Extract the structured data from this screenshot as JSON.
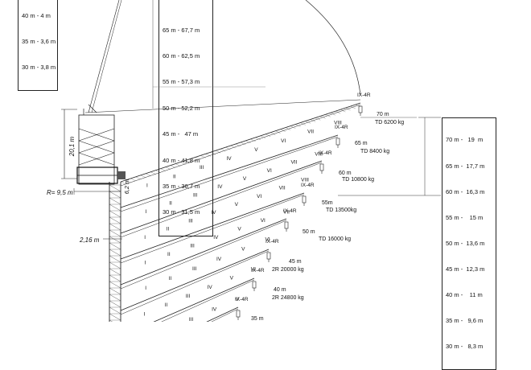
{
  "top_left_table": [
    "40 m - 4 m",
    "35 m - 3,6 m",
    "30 m - 3,8 m"
  ],
  "top_center_table": [
    "65 m - 67,7 m",
    "60 m - 62,5 m",
    "55 m - 57,3 m",
    "50 m - 52,2 m",
    "45 m -   47 m",
    "40 m - 41,8 m",
    "35 m - 36,7 m",
    "30 m - 31,5 m"
  ],
  "right_table": [
    "70 m -   19  m",
    "65 m -  17,7 m",
    "60 m -  16,3 m",
    "55 m -    15 m",
    "50 m -  13,6 m",
    "45 m -  12,3 m",
    "40 m -    11 m",
    "35 m -   9,6 m",
    "30 m -   8,3 m"
  ],
  "dimensions": {
    "height_20_1": "20,1  m",
    "radius_9_5": "R= 9,5  m",
    "dim_6_2": "6,2  m",
    "dim_2_16": "2,16  m"
  },
  "section_labels": {
    "s1": "I",
    "s2": "II",
    "s3": "III",
    "s4": "IV",
    "s5": "V",
    "s6": "VI",
    "s7": "VII",
    "s8": "VIII",
    "tip": "IX-4R"
  },
  "jib_configs": [
    {
      "length": "70 m",
      "load": "TD   6200 kg"
    },
    {
      "length": "65 m",
      "load": "TD   8400 kg"
    },
    {
      "length": "60 m",
      "load": "TD   10800 kg"
    },
    {
      "length": "55m",
      "load": "TD    13500kg"
    },
    {
      "length": "50 m",
      "load": "TD   16000 kg"
    },
    {
      "length": "45 m",
      "load": "2R   20000 kg"
    },
    {
      "length": "40 m",
      "load": "2R   24800 kg"
    },
    {
      "length": "35 m",
      "load": ""
    }
  ]
}
